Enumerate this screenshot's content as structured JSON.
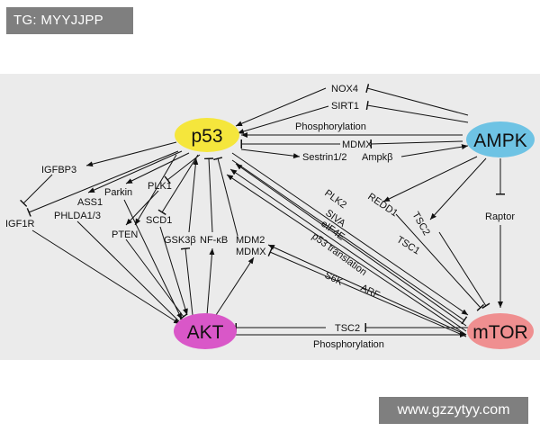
{
  "watermarks": {
    "top": "TG: MYYJJPP",
    "bottom": "www.gzzytyy.com"
  },
  "nodes": {
    "p53": "p53",
    "ampk": "AMPK",
    "akt": "AKT",
    "mtor": "mTOR"
  },
  "labels": {
    "nox4": "NOX4",
    "sirt1": "SIRT1",
    "phosphorylation_top": "Phosphorylation",
    "mdmx_top": "MDMX",
    "sestrin": "Sestrin1/2",
    "ampkb": "Ampkβ",
    "igfbp3": "IGFBP3",
    "igf1r": "IGF1R",
    "ass1": "ASS1",
    "phlda": "PHLDA1/3",
    "parkin": "Parkin",
    "plk1": "PLK1",
    "pten": "PTEN",
    "scd1": "SCD1",
    "gsk3b": "GSK3β",
    "nfkb": "NF-κB",
    "mdm2": "MDM2",
    "mdmx_mid": "MDMX",
    "plk2": "PLK2",
    "siva": "SIVA",
    "eif4e": "eIF4E",
    "p53trans": "p53 translation",
    "s6k": "S6K",
    "arf": "ARF",
    "redd1": "REDD1",
    "tsc2_right": "TSC2",
    "tsc1": "TSC1",
    "raptor": "Raptor",
    "tsc2_bottom": "TSC2",
    "phosphorylation_bottom": "Phosphorylation"
  },
  "colors": {
    "p53": "#f5e63c",
    "ampk": "#6ec3e4",
    "akt": "#d957c8",
    "mtor": "#ef8f90",
    "panel": "#ebebeb",
    "watermark": "#7f7f7f"
  }
}
